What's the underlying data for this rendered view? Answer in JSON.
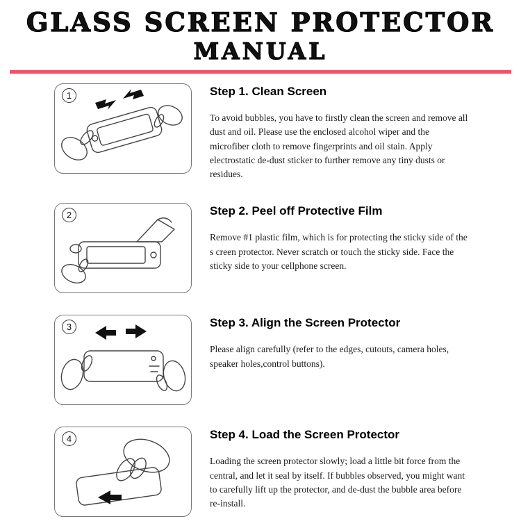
{
  "page": {
    "title_line1": "GLASS SCREEN PROTECTOR",
    "title_line2": "MANUAL",
    "divider_color": "#f0506a",
    "text_color": "#111111"
  },
  "steps": [
    {
      "number": "1",
      "heading": "Step 1. Clean Screen",
      "body": "To avoid bubbles, you have to firstly clean the screen and remove all dust and oil. Please use the enclosed alcohol wiper and the microfiber cloth to remove fingerprints and oil stain. Apply electrostatic de-dust sticker to further remove any tiny dusts or residues.",
      "illustration": "hands-wiping-phone-with-arrows"
    },
    {
      "number": "2",
      "heading": "Step 2. Peel off Protective Film",
      "body": "Remove #1 plastic film, which is for protecting the sticky side of the s creen protector. Never scratch or touch the sticky side. Face the sticky side to your cellphone screen.",
      "illustration": "hand-peeling-film-off-phone"
    },
    {
      "number": "3",
      "heading": "Step 3. Align the Screen Protector",
      "body": "Please align carefully (refer to the edges, cutouts, camera holes, speaker holes,control buttons).",
      "illustration": "two-hands-aligning-protector-with-arrows"
    },
    {
      "number": "4",
      "heading": "Step 4. Load the Screen Protector",
      "body": "Loading the screen protector slowly; load a little bit force from the central, and let it seal by itself. If bubbles observed, you might want to carefully lift up the protector, and de-dust the bubble area before re-install.",
      "illustration": "hand-pressing-protector-onto-phone-with-arrow"
    }
  ]
}
